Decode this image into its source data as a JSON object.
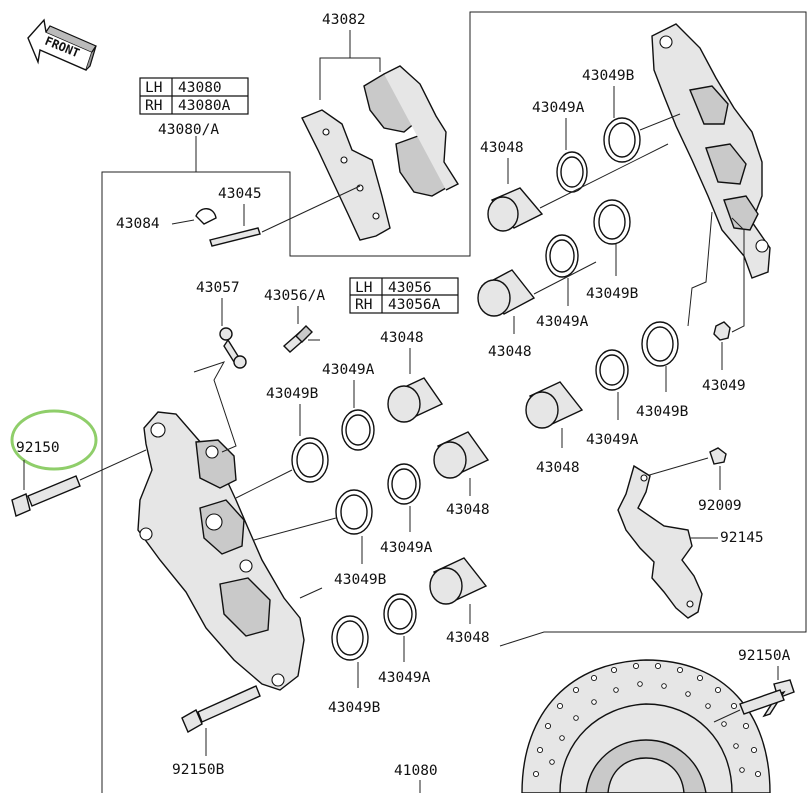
{
  "front_arrow": {
    "text": "FRONT"
  },
  "tables": {
    "t43080": {
      "rows": [
        {
          "side": "LH",
          "part": "43080"
        },
        {
          "side": "RH",
          "part": "43080A"
        }
      ]
    },
    "t43056": {
      "rows": [
        {
          "side": "LH",
          "part": "43056"
        },
        {
          "side": "RH",
          "part": "43056A"
        }
      ]
    }
  },
  "labels": {
    "p43082": "43082",
    "p43080_all": "43080/A",
    "p43045": "43045",
    "p43084": "43084",
    "p43057": "43057",
    "p43056_all": "43056/A",
    "p92150": "92150",
    "p92150b": "92150B",
    "p92150a": "92150A",
    "p92009": "92009",
    "p92145": "92145",
    "p41080": "41080",
    "p43049_nut": "43049",
    "seal_b_1": "43049B",
    "seal_b_2": "43049B",
    "seal_b_3": "43049B",
    "seal_b_4": "43049B",
    "seal_b_5": "43049B",
    "seal_b_6": "43049B",
    "seal_a_1": "43049A",
    "seal_a_2": "43049A",
    "seal_a_3": "43049A",
    "seal_a_4": "43049A",
    "seal_a_5": "43049A",
    "seal_a_6": "43049A",
    "piston_1": "43048",
    "piston_2": "43048",
    "piston_3": "43048",
    "piston_4": "43048",
    "piston_5": "43048",
    "piston_6": "43048"
  },
  "highlight": {
    "target": "92150",
    "color": "#8fce6a"
  }
}
